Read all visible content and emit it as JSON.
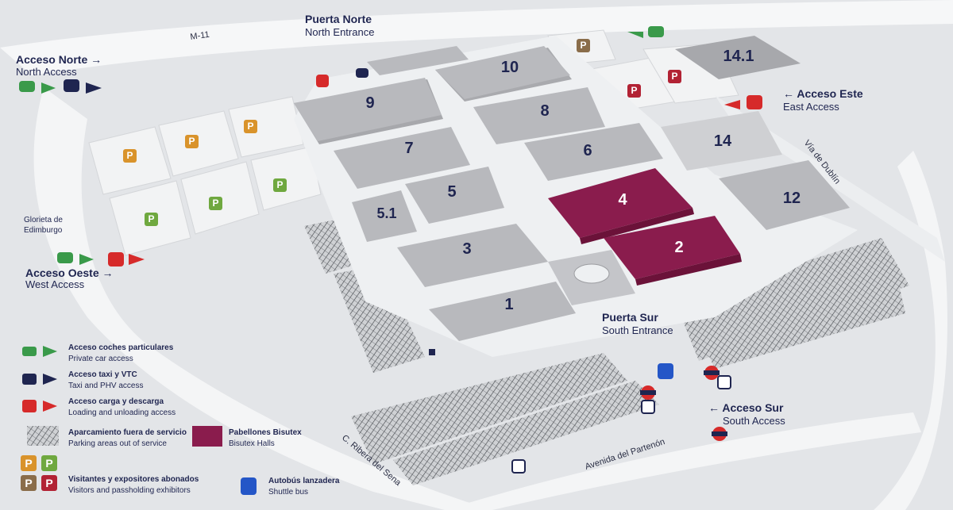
{
  "colors": {
    "visitor_parking_p": "#d9932b",
    "visitor_parking_p2": "#6fa83f",
    "passholder_parking_p": "#8a6d4a",
    "passholder_parking_p2": "#b22234",
    "bisutex": "#8a1c4d",
    "car": "#3a9a4a",
    "taxi": "#1f2550",
    "loading": "#d62a2a",
    "shuttle": "#2456c7"
  },
  "roads": {
    "m11": "M-11",
    "via_dublin": "Vía de Dublín",
    "avenida_partenon": "Avenida del Partenón",
    "ribera_sena": "C. Ribera del Sena",
    "glorieta": "Glorieta de",
    "glorieta2": "Edimburgo"
  },
  "entrances": {
    "north_es": "Puerta Norte",
    "north_en": "North Entrance",
    "south_es": "Puerta Sur",
    "south_en": "South Entrance"
  },
  "accesses": {
    "north_es": "Acceso Norte",
    "north_en": "North Access",
    "east_es": "Acceso Este",
    "east_en": "East Access",
    "west_es": "Acceso Oeste",
    "west_en": "West Access",
    "south_es": "Acceso Sur",
    "south_en": "South Access"
  },
  "halls": [
    {
      "id": "1",
      "label": "1"
    },
    {
      "id": "2",
      "label": "2"
    },
    {
      "id": "3",
      "label": "3"
    },
    {
      "id": "4",
      "label": "4"
    },
    {
      "id": "5",
      "label": "5"
    },
    {
      "id": "5_1",
      "label": "5.1"
    },
    {
      "id": "6",
      "label": "6"
    },
    {
      "id": "7",
      "label": "7"
    },
    {
      "id": "8",
      "label": "8"
    },
    {
      "id": "9",
      "label": "9"
    },
    {
      "id": "10",
      "label": "10"
    },
    {
      "id": "12",
      "label": "12"
    },
    {
      "id": "14",
      "label": "14"
    },
    {
      "id": "14_1",
      "label": "14.1"
    }
  ],
  "parking_letter": "P",
  "legend": {
    "car_es": "Acceso coches particulares",
    "car_en": "Private car access",
    "taxi_es": "Acceso taxi y VTC",
    "taxi_en": "Taxi and PHV access",
    "load_es": "Acceso carga y descarga",
    "load_en": "Loading and unloading access",
    "parking_out_es": "Aparcamiento fuera de servicio",
    "parking_out_en": "Parking areas out of service",
    "bisutex_es": "Pabellones Bisutex",
    "bisutex_en": "Bisutex Halls",
    "visitors_es": "Visitantes y expositores abonados",
    "visitors_en": "Visitors and passholding exhibitors",
    "shuttle_es": "Autobús lanzadera",
    "shuttle_en": "Shuttle bus"
  },
  "icons": {
    "car": "car-icon",
    "taxi": "taxi-icon",
    "truck": "truck-icon",
    "bus": "bus-icon",
    "metro": "metro-icon",
    "arrow": "arrow-right-icon"
  }
}
